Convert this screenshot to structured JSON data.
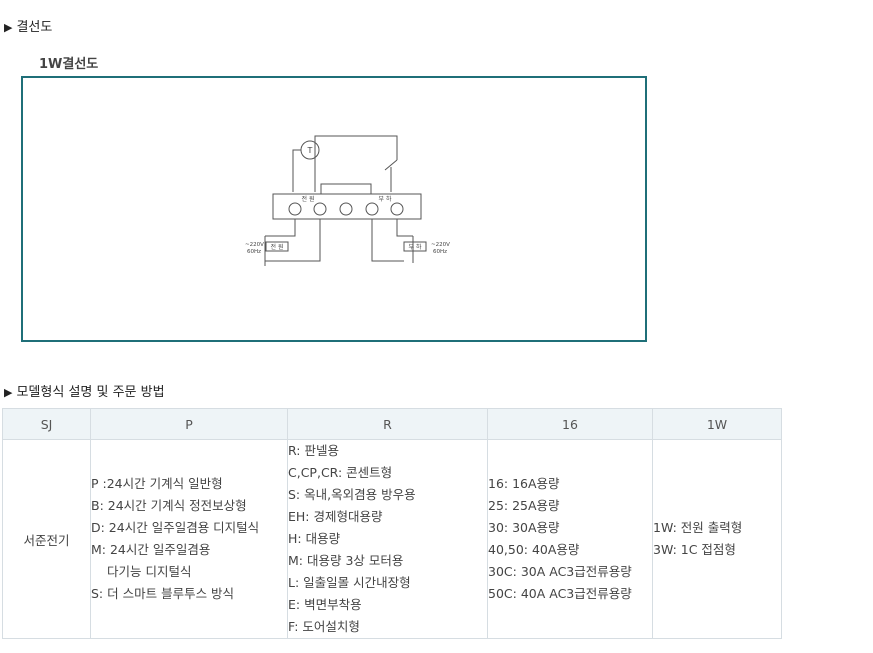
{
  "section1": {
    "marker": "▶",
    "title": "결선도"
  },
  "diagram": {
    "subtitle": "1W결선도",
    "labels": {
      "timer": "T",
      "power": "전 원",
      "load": "부 하",
      "power_box": "전 원",
      "load_box": "부 하",
      "voltage_left": "~220V",
      "freq_left": "60Hz",
      "voltage_right": "~220V",
      "freq_right": "60Hz"
    }
  },
  "section2": {
    "marker": "▶",
    "title": "모델형식 설명 및 주문 방법"
  },
  "table": {
    "headers": [
      "SJ",
      "P",
      "R",
      "16",
      "1W"
    ],
    "sj": "서준전기",
    "p": [
      "P :24시간 기계식 일반형",
      "B: 24시간 기계식 정전보상형",
      "D: 24시간 일주일겸용 디지털식",
      "M: 24시간 일주일겸용",
      "다기능 디지털식",
      "S: 더 스마트 블루투스 방식"
    ],
    "r": [
      "R: 판넬용",
      "C,CP,CR: 콘센트형",
      "S: 옥내,옥외겸용 방우용",
      "EH: 경제형대용량",
      "H: 대용량",
      "M: 대용량 3상 모터용",
      "L: 일출일몰 시간내장형",
      "E: 벽면부착용",
      "F: 도어설치형"
    ],
    "cap": [
      "16: 16A용량",
      "25: 25A용량",
      "30: 30A용량",
      "40,50: 40A용량",
      "30C: 30A AC3급전류용량",
      "50C: 40A AC3급전류용량"
    ],
    "out": [
      "1W: 전원 출력형",
      "3W: 1C 접점형"
    ]
  }
}
